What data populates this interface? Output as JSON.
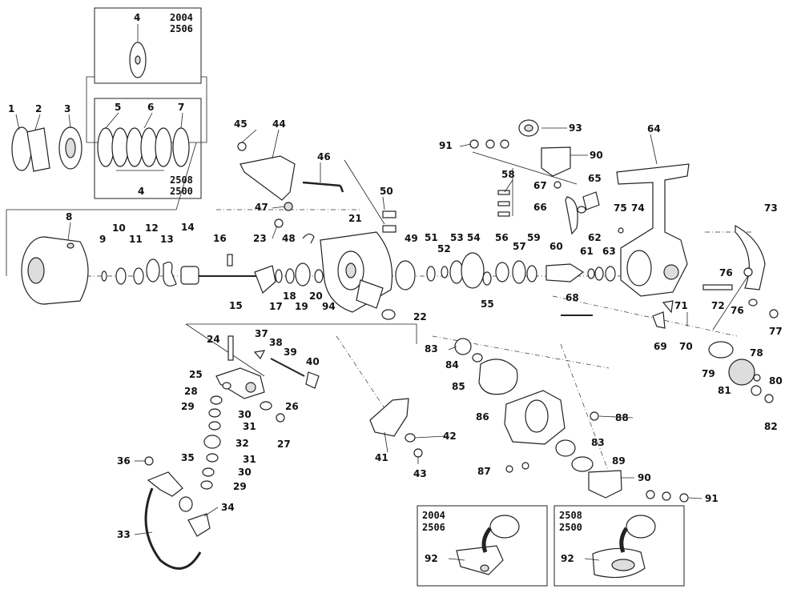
{
  "diagram": {
    "callouts": [
      "1",
      "2",
      "3",
      "4",
      "5",
      "6",
      "7",
      "8",
      "9",
      "10",
      "11",
      "12",
      "13",
      "14",
      "15",
      "16",
      "17",
      "18",
      "19",
      "20",
      "21",
      "22",
      "23",
      "24",
      "25",
      "26",
      "27",
      "28",
      "29",
      "30",
      "31",
      "32",
      "33",
      "34",
      "35",
      "36",
      "37",
      "38",
      "39",
      "40",
      "41",
      "42",
      "43",
      "44",
      "45",
      "46",
      "47",
      "48",
      "49",
      "50",
      "51",
      "52",
      "53",
      "54",
      "55",
      "56",
      "57",
      "58",
      "59",
      "60",
      "61",
      "62",
      "63",
      "64",
      "65",
      "66",
      "67",
      "68",
      "69",
      "70",
      "71",
      "72",
      "73",
      "74",
      "75",
      "76",
      "77",
      "78",
      "79",
      "80",
      "81",
      "82",
      "83",
      "84",
      "85",
      "86",
      "87",
      "88",
      "89",
      "90",
      "91",
      "92",
      "93",
      "94"
    ],
    "models": {
      "small_a": "2004",
      "small_b": "2506",
      "large_a": "2508",
      "large_b": "2500"
    }
  }
}
